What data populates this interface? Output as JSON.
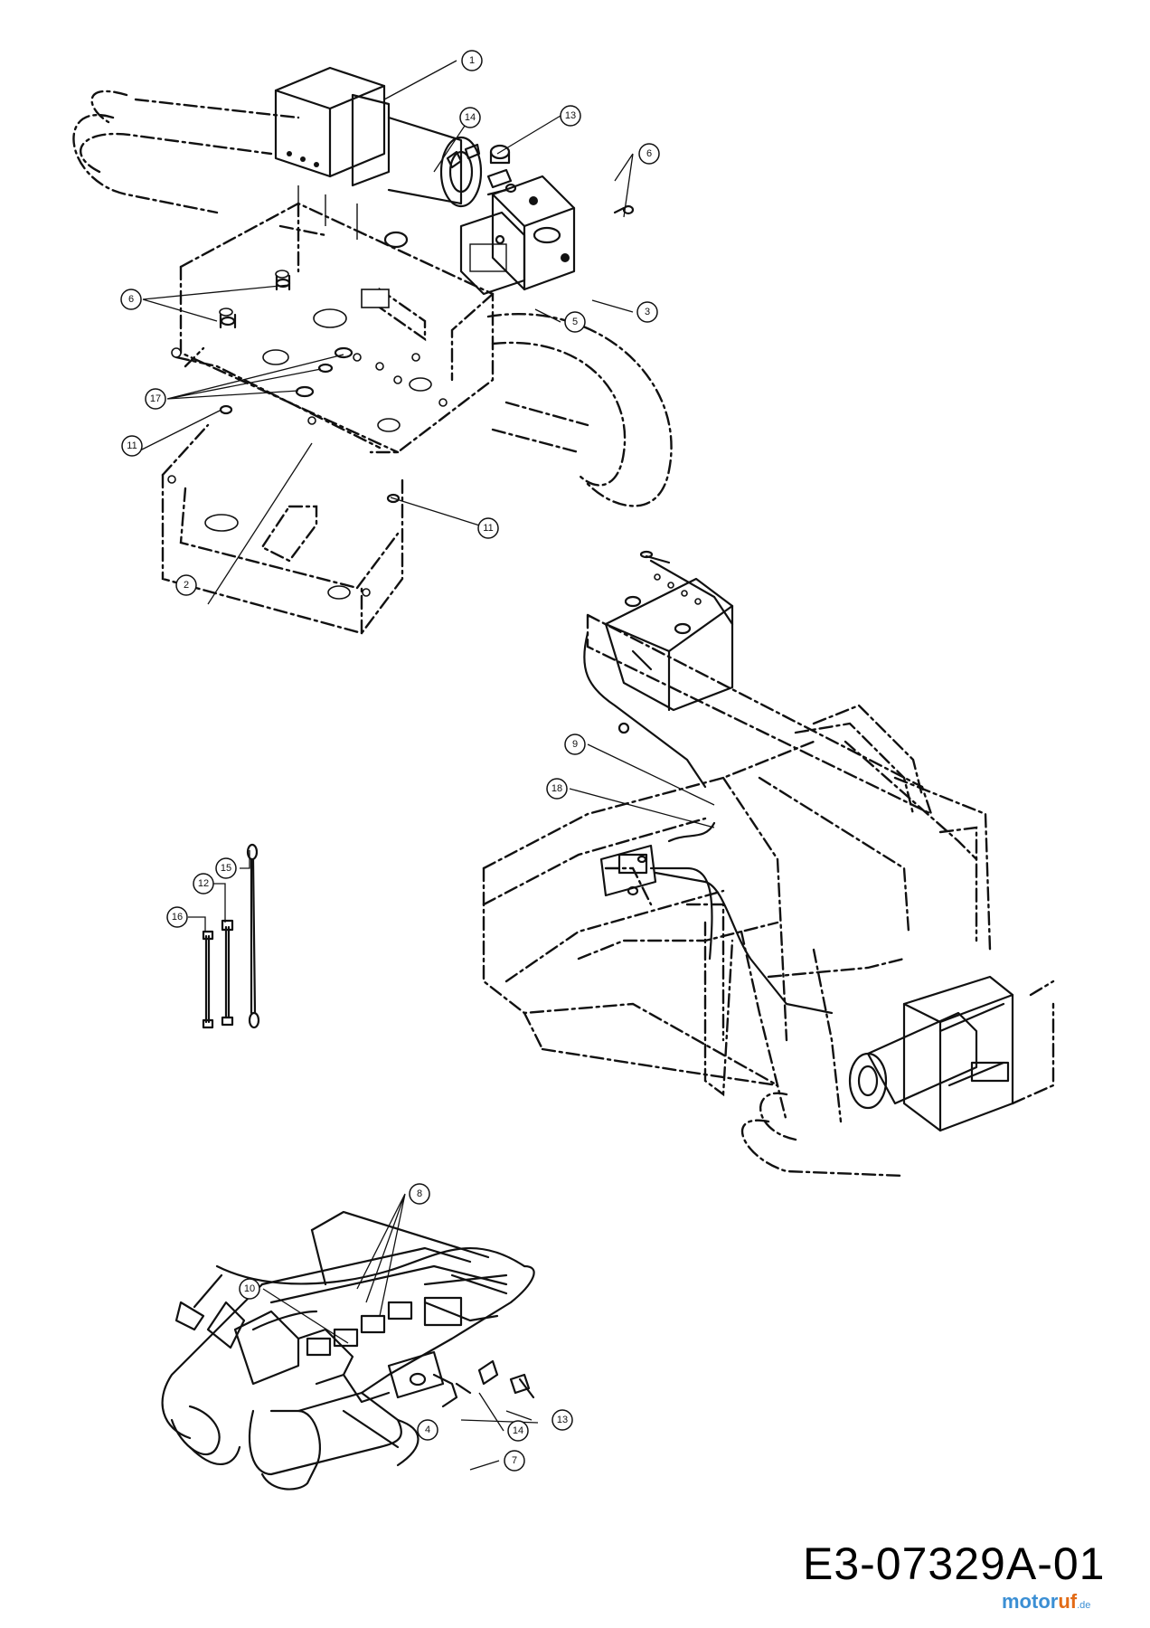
{
  "callouts": [
    {
      "id": "c1",
      "label": "1"
    },
    {
      "id": "c2",
      "label": "2"
    },
    {
      "id": "c3",
      "label": "3"
    },
    {
      "id": "c4",
      "label": "4"
    },
    {
      "id": "c5",
      "label": "5"
    },
    {
      "id": "c6a",
      "label": "6"
    },
    {
      "id": "c6b",
      "label": "6"
    },
    {
      "id": "c7",
      "label": "7"
    },
    {
      "id": "c8",
      "label": "8"
    },
    {
      "id": "c9",
      "label": "9"
    },
    {
      "id": "c10",
      "label": "10"
    },
    {
      "id": "c11a",
      "label": "11"
    },
    {
      "id": "c11b",
      "label": "11"
    },
    {
      "id": "c12",
      "label": "12"
    },
    {
      "id": "c13a",
      "label": "13"
    },
    {
      "id": "c13b",
      "label": "13"
    },
    {
      "id": "c14a",
      "label": "14"
    },
    {
      "id": "c14b",
      "label": "14"
    },
    {
      "id": "c15",
      "label": "15"
    },
    {
      "id": "c16",
      "label": "16"
    },
    {
      "id": "c17",
      "label": "17"
    },
    {
      "id": "c18",
      "label": "18"
    }
  ],
  "drawing_code": "E3-07329A-01",
  "watermark": {
    "main": "motor",
    "accent": "uf",
    "tld": ".de"
  }
}
